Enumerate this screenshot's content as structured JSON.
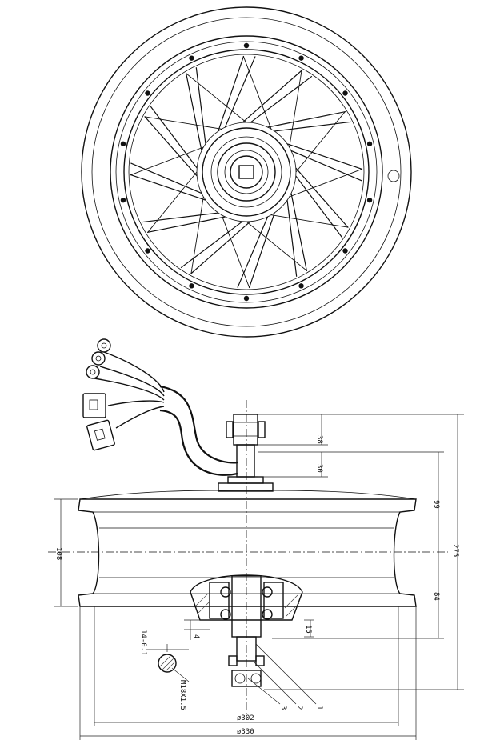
{
  "drawing": {
    "dimensions": {
      "d38": "38",
      "d30": "30",
      "d99": "99",
      "d275": "275",
      "d84": "84",
      "d108": "108",
      "d15": "15",
      "d4": "4",
      "d14": "14-0.1",
      "thread": "M18X1.5",
      "d302": "ø302",
      "d330": "ø330"
    },
    "callouts": [
      "1",
      "2",
      "3"
    ]
  }
}
